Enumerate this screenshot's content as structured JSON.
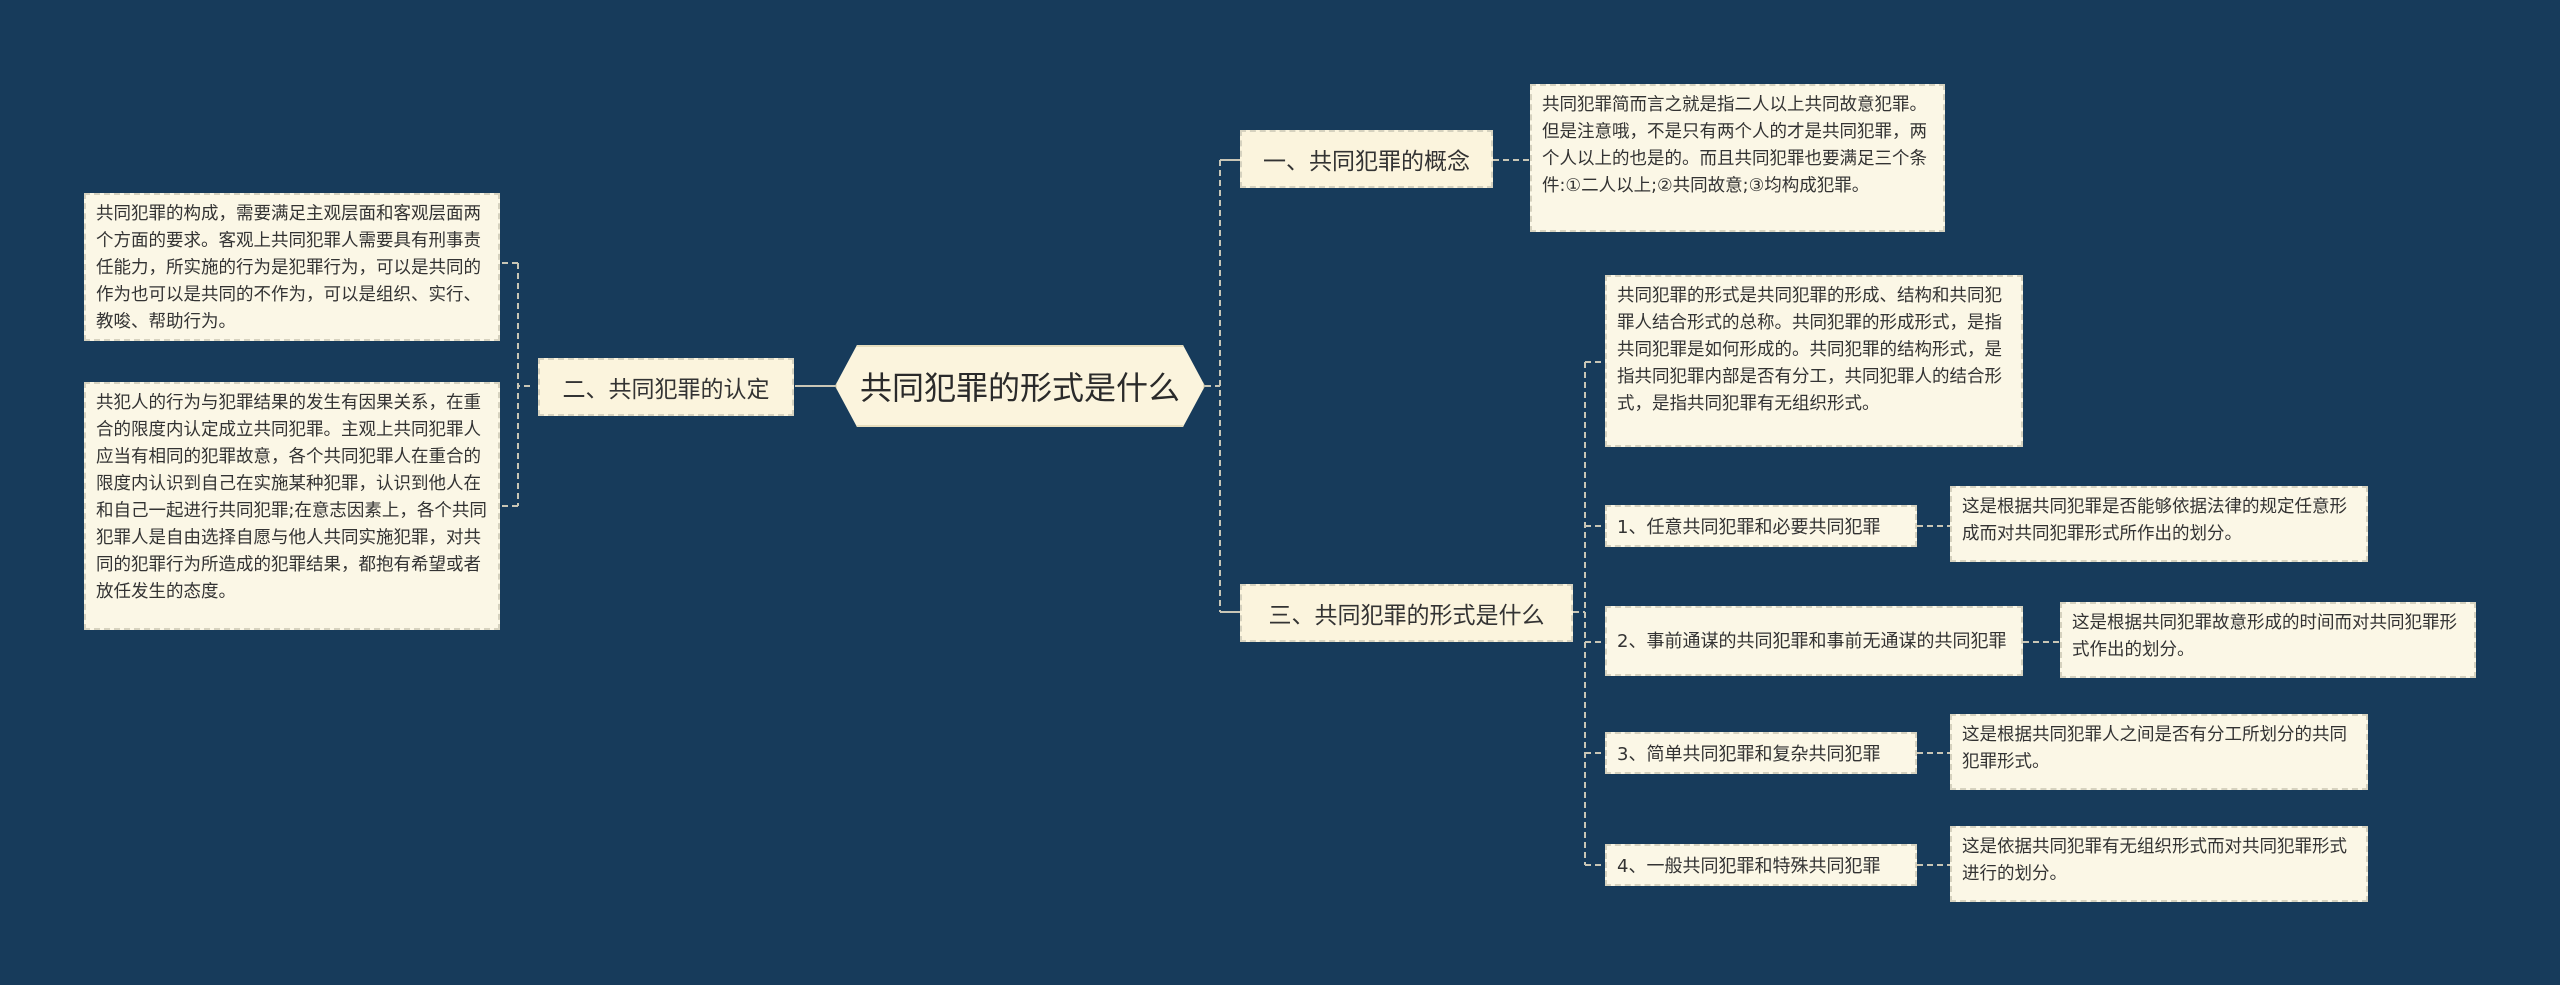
{
  "colors": {
    "background": "#173b5b",
    "node_fill": "#fbf7e6",
    "connector": "#c9c6b6"
  },
  "root": {
    "label": "共同犯罪的形式是什么"
  },
  "branches": [
    {
      "label": "一、共同犯罪的概念",
      "text": "共同犯罪简而言之就是指二人以上共同故意犯罪。但是注意哦，不是只有两个人的才是共同犯罪，两个人以上的也是的。而且共同犯罪也要满足三个条件:①二人以上;②共同故意;③均构成犯罪。"
    },
    {
      "label": "二、共同犯罪的认定",
      "texts": [
        "共同犯罪的构成，需要满足主观层面和客观层面两个方面的要求。客观上共同犯罪人需要具有刑事责任能力，所实施的行为是犯罪行为，可以是共同的作为也可以是共同的不作为，可以是组织、实行、教唆、帮助行为。",
        "共犯人的行为与犯罪结果的发生有因果关系，在重合的限度内认定成立共同犯罪。主观上共同犯罪人应当有相同的犯罪故意，各个共同犯罪人在重合的限度内认识到自己在实施某种犯罪，认识到他人在和自己一起进行共同犯罪;在意志因素上，各个共同犯罪人是自由选择自愿与他人共同实施犯罪，对共同的犯罪行为所造成的犯罪结果，都抱有希望或者放任发生的态度。"
      ]
    },
    {
      "label": "三、共同犯罪的形式是什么",
      "intro": "共同犯罪的形式是共同犯罪的形成、结构和共同犯罪人结合形式的总称。共同犯罪的形成形式，是指共同犯罪是如何形成的。共同犯罪的结构形式，是指共同犯罪内部是否有分工，共同犯罪人的结合形式，是指共同犯罪有无组织形式。",
      "forms": [
        {
          "label": "1、任意共同犯罪和必要共同犯罪",
          "desc": "这是根据共同犯罪是否能够依据法律的规定任意形成而对共同犯罪形式所作出的划分。"
        },
        {
          "label": "2、事前通谋的共同犯罪和事前无通谋的共同犯罪",
          "desc": "这是根据共同犯罪故意形成的时间而对共同犯罪形式作出的划分。"
        },
        {
          "label": "3、简单共同犯罪和复杂共同犯罪",
          "desc": "这是根据共同犯罪人之间是否有分工所划分的共同犯罪形式。"
        },
        {
          "label": "4、一般共同犯罪和特殊共同犯罪",
          "desc": "这是依据共同犯罪有无组织形式而对共同犯罪形式进行的划分。"
        }
      ]
    }
  ]
}
